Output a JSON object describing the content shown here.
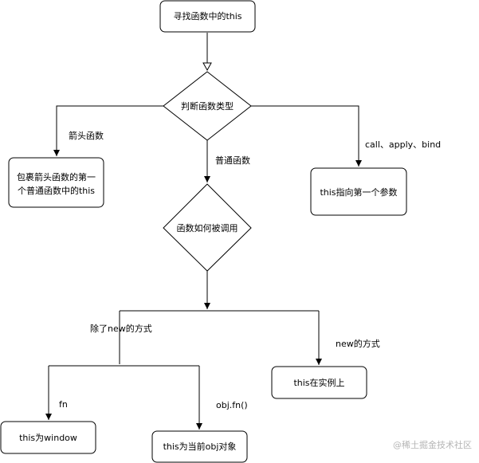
{
  "nodes": {
    "start": "寻找函数中的this",
    "func_type": "判断函数类型",
    "arrow_result_line1": "包裹箭头函数的第一",
    "arrow_result_line2": "个普通函数中的this",
    "call_result": "this指向第一个参数",
    "invoke_type": "函数如何被调用",
    "new_result": "this在实例上",
    "window_result": "this为window",
    "obj_result": "this为当前obj对象"
  },
  "edges": {
    "arrow_fn": "箭头函数",
    "normal_fn": "普通函数",
    "call_apply_bind": "call、apply、bind",
    "not_new": "除了new的方式",
    "new_way": "new的方式",
    "fn": "fn",
    "obj_fn": "obj.fn()"
  },
  "watermark": "@稀土掘金技术社区"
}
